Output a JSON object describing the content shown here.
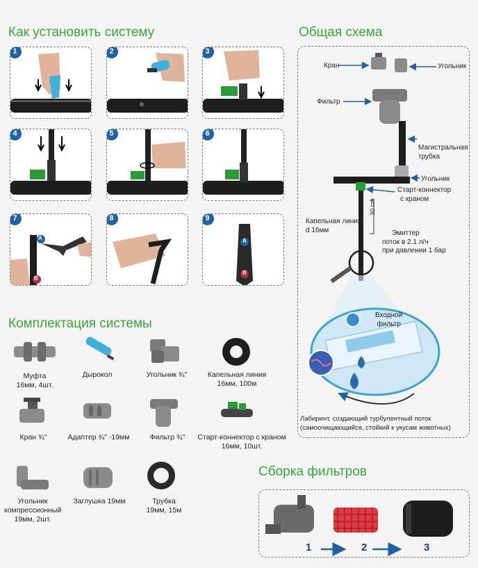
{
  "sections": {
    "install_title": "Как установить систему",
    "scheme_title": "Общая схема",
    "kit_title": "Комплектация системы",
    "filter_title": "Сборка фильтров"
  },
  "steps": [
    "1",
    "2",
    "3",
    "4",
    "5",
    "6",
    "7",
    "8",
    "9"
  ],
  "step_markers": {
    "a": "A",
    "b": "B"
  },
  "kit": [
    {
      "name": "Муфта",
      "detail": "16мм, 4шт."
    },
    {
      "name": "Дырокол",
      "detail": ""
    },
    {
      "name": "Угольник ¾\"",
      "detail": ""
    },
    {
      "name": "Капельная линия",
      "detail": "16мм, 100м"
    },
    {
      "name": "Кран ¾\"",
      "detail": ""
    },
    {
      "name": "Адаптер ¾\" -19мм",
      "detail": ""
    },
    {
      "name": "Фильтр ¾\"",
      "detail": ""
    },
    {
      "name": "Старт-коннектор с краном",
      "detail": "16мм, 10шт."
    },
    {
      "name": "Угольник компрессионный",
      "detail": "19мм, 2шт."
    },
    {
      "name": "Заглушка 19мм",
      "detail": ""
    },
    {
      "name": "Трубка",
      "detail": "19мм, 15м"
    }
  ],
  "scheme": {
    "tap": "Кран",
    "elbow_top": "Угольник",
    "filter": "Фильтр",
    "main_pipe_1": "Магистральная",
    "main_pipe_2": "трубка",
    "elbow_bottom": "Угольник",
    "start_connector_1": "Старт-коннектор",
    "start_connector_2": "с краном",
    "drip_line_1": "Капельная линия",
    "drip_line_2": "d 16мм",
    "spacing": "30 cm",
    "emitter_1": "Эмиттер",
    "emitter_2": "поток в 2.1 л/ч",
    "emitter_3": "при давлении 1 бар",
    "inlet_1": "Входной",
    "inlet_2": "фильтр",
    "labyrinth_1": "Лабиринт, создающий турбулентный поток",
    "labyrinth_2": "(самоочищающийся, стойкий к укусам животных)"
  },
  "filter_steps": [
    "1",
    "2",
    "3"
  ],
  "colors": {
    "heading": "#3aa63c",
    "badge": "#1d62a8",
    "arrow": "#1d62a8",
    "valve": "#2d9a3a"
  }
}
